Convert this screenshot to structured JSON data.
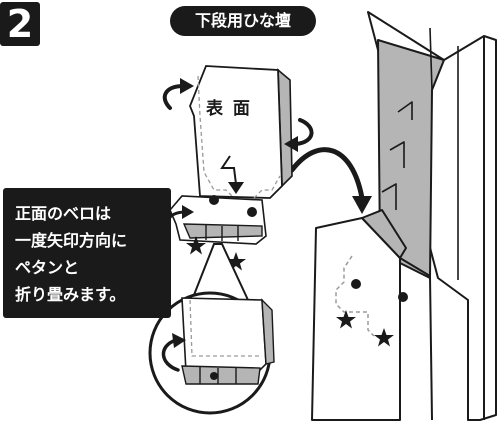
{
  "step_number": "2",
  "title": "下段用ひな壇",
  "front_label": "表 面",
  "callout_lines": [
    "正面のベロは",
    "一度矢印方向に",
    "ペタンと",
    "折り畳みます。"
  ],
  "colors": {
    "ink": "#1a1a1a",
    "panel_gray": "#b5b5b5",
    "dashed_gray": "#9a9a9a",
    "paper": "#ffffff"
  },
  "icons": [
    "curved-arrow-icon",
    "star-icon",
    "dot-icon",
    "lightning-arrow-icon"
  ]
}
